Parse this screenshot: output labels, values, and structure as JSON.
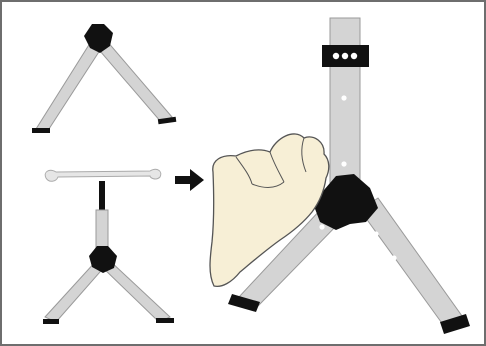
{
  "figure": {
    "panels": [
      {
        "name": "folded-stand"
      },
      {
        "name": "stand-with-holder"
      },
      {
        "name": "hand-opening-stand"
      }
    ],
    "arrow_icon": "right-arrow-icon",
    "colors": {
      "frame": "#6e6e6e",
      "leg": "#d4d4d4",
      "outline": "#9a9a9a",
      "dark": "#111111",
      "hand_fill": "#f7efd6",
      "hand_stroke": "#555555",
      "holder": "#e6e6e6"
    }
  }
}
